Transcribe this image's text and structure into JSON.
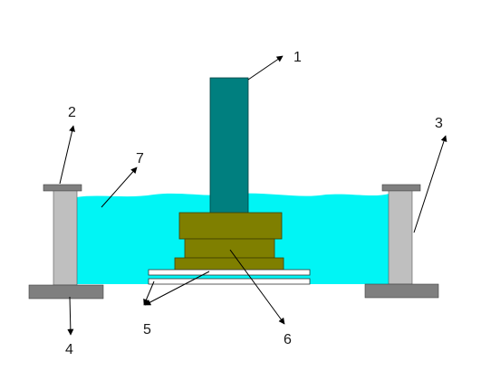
{
  "labels": [
    {
      "id": "1",
      "text": "1"
    },
    {
      "id": "2",
      "text": "2"
    },
    {
      "id": "3",
      "text": "3"
    },
    {
      "id": "4",
      "text": "4"
    },
    {
      "id": "5",
      "text": "5"
    },
    {
      "id": "6",
      "text": "6"
    },
    {
      "id": "7",
      "text": "7"
    }
  ],
  "colors": {
    "water": "#00f5f5",
    "rod": "#007f7f",
    "block": "#7f7f00",
    "pillar": "#bfbfbf",
    "base": "#7f7f7f",
    "plate": "#ffffff",
    "arrow": "#000000"
  }
}
